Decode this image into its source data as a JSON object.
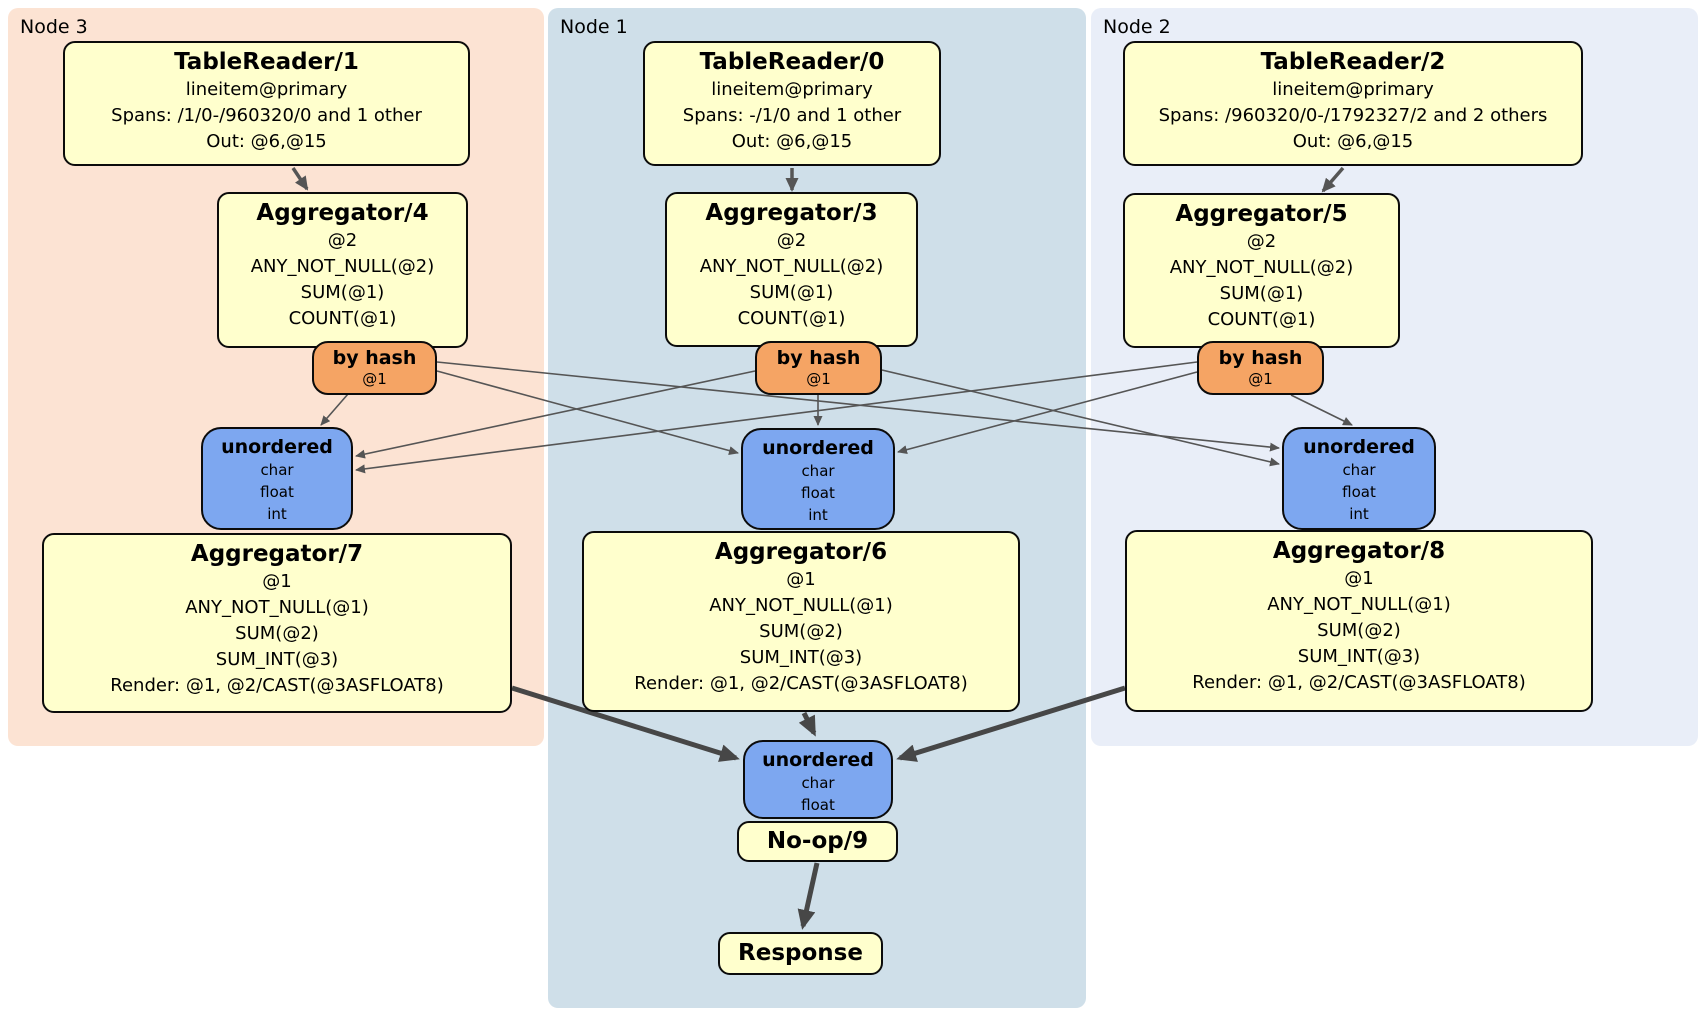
{
  "panels": {
    "node3": {
      "label": "Node 3",
      "color": "#fce3d3"
    },
    "node1": {
      "label": "Node 1",
      "color": "#cfdfe9"
    },
    "node2": {
      "label": "Node 2",
      "color": "#e9eef8"
    }
  },
  "colors": {
    "processor_fill": "#ffffcd",
    "router_fill": "#f5a464",
    "sync_fill": "#7da7f0",
    "edge_thin": "#555555",
    "edge_thick": "#474747",
    "border": "#0b0b0b"
  },
  "processors": {
    "tablereader1": {
      "title": "TableReader/1",
      "lines": [
        "lineitem@primary",
        "Spans: /1/0-/960320/0 and 1 other",
        "Out: @6,@15"
      ]
    },
    "tablereader0": {
      "title": "TableReader/0",
      "lines": [
        "lineitem@primary",
        "Spans: -/1/0 and 1 other",
        "Out: @6,@15"
      ]
    },
    "tablereader2": {
      "title": "TableReader/2",
      "lines": [
        "lineitem@primary",
        "Spans: /960320/0-/1792327/2 and 2 others",
        "Out: @6,@15"
      ]
    },
    "aggregator4": {
      "title": "Aggregator/4",
      "lines": [
        "@2",
        "ANY_NOT_NULL(@2)",
        "SUM(@1)",
        "COUNT(@1)"
      ]
    },
    "aggregator3": {
      "title": "Aggregator/3",
      "lines": [
        "@2",
        "ANY_NOT_NULL(@2)",
        "SUM(@1)",
        "COUNT(@1)"
      ]
    },
    "aggregator5": {
      "title": "Aggregator/5",
      "lines": [
        "@2",
        "ANY_NOT_NULL(@2)",
        "SUM(@1)",
        "COUNT(@1)"
      ]
    },
    "aggregator7": {
      "title": "Aggregator/7",
      "lines": [
        "@1",
        "ANY_NOT_NULL(@1)",
        "SUM(@2)",
        "SUM_INT(@3)",
        "Render: @1, @2/CAST(@3ASFLOAT8)"
      ]
    },
    "aggregator6": {
      "title": "Aggregator/6",
      "lines": [
        "@1",
        "ANY_NOT_NULL(@1)",
        "SUM(@2)",
        "SUM_INT(@3)",
        "Render: @1, @2/CAST(@3ASFLOAT8)"
      ]
    },
    "aggregator8": {
      "title": "Aggregator/8",
      "lines": [
        "@1",
        "ANY_NOT_NULL(@1)",
        "SUM(@2)",
        "SUM_INT(@3)",
        "Render: @1, @2/CAST(@3ASFLOAT8)"
      ]
    },
    "noop": {
      "title": "No-op/9"
    },
    "response": {
      "title": "Response"
    }
  },
  "routers": {
    "hash_node3": {
      "title": "by hash",
      "key": "@1"
    },
    "hash_node1": {
      "title": "by hash",
      "key": "@1"
    },
    "hash_node2": {
      "title": "by hash",
      "key": "@1"
    }
  },
  "syncs": {
    "unordered_node3": {
      "title": "unordered",
      "streams": [
        "char",
        "float",
        "int"
      ]
    },
    "unordered_node1": {
      "title": "unordered",
      "streams": [
        "char",
        "float",
        "int"
      ]
    },
    "unordered_node2": {
      "title": "unordered",
      "streams": [
        "char",
        "float",
        "int"
      ]
    },
    "unordered_final": {
      "title": "unordered",
      "streams": [
        "char",
        "float"
      ]
    }
  }
}
